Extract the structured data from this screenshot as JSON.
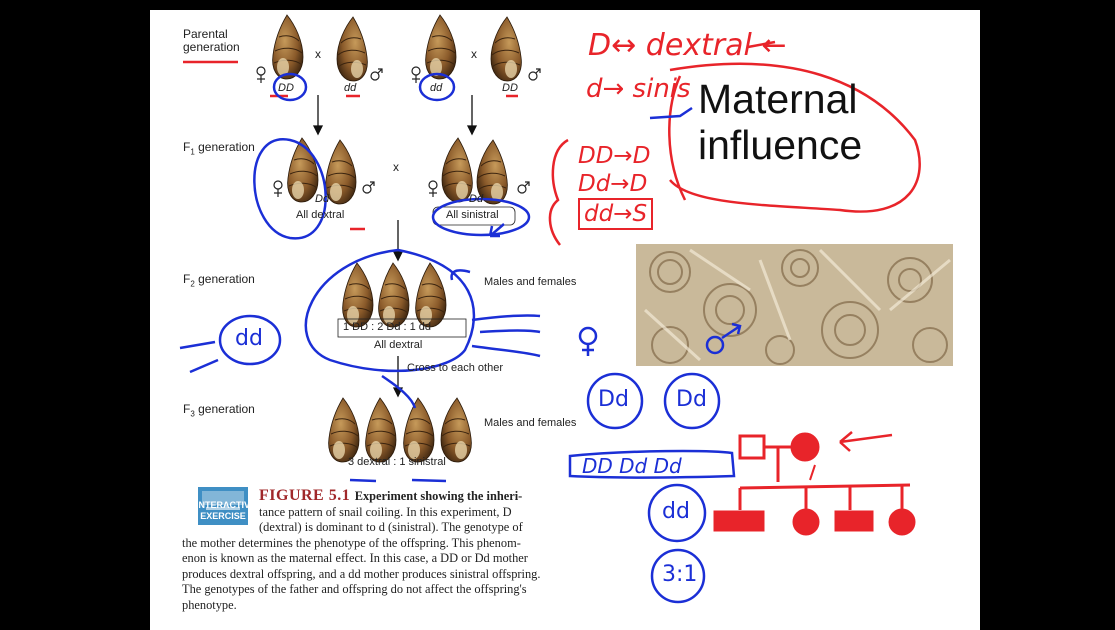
{
  "slide": {
    "labels": {
      "parental": [
        "Parental",
        "generation"
      ],
      "f1": "F",
      "f1_sub": "1",
      "f1_rest": " generation",
      "f2": "F",
      "f2_sub": "2",
      "f2_rest": " generation",
      "f3": "F",
      "f3_sub": "3",
      "f3_rest": " generation"
    },
    "genotypes": {
      "p1_female": "DD",
      "p1_male": "dd",
      "p2_female": "dd",
      "p2_male": "DD",
      "f1_left": "Dd",
      "f1_right": "Dd"
    },
    "cross_symbol": "x",
    "f1_left_result": "All dextral",
    "f1_right_result": "All sinistral",
    "f2_side_label": "Males and females",
    "f2_ratio": "1 DD : 2 Dd : 1 dd",
    "f2_result": "All dextral",
    "cross_each_other": "Cross to each other",
    "f3_side_label": "Males and females",
    "f3_ratio": "3 dextral : 1 sinistral",
    "exercise_badge": [
      "INTERACTIVE",
      "EXERCISE"
    ],
    "figure_label": "FIGURE 5.1",
    "figure_bold": "Experiment showing the inheritance pattern of snail coiling.",
    "caption_lines": [
      "tance pattern of snail coiling. In this experiment, D",
      "(dextral) is dominant to d (sinistral). The genotype of",
      "the mother determines the phenotype of the offspring. This phenom-",
      "enon is known as the maternal effect. In this case, a DD or Dd mother",
      "produces dextral offspring, and a dd mother produces sinistral offspring.",
      "The genotypes of the father and offspring do not affect the offspring's",
      "phenotype."
    ],
    "caption_first_line_rest": "Experiment showing the inheri-",
    "handwriting": {
      "d_dextral": "D↔ dextral ←",
      "d_sinis": "d→ sinis",
      "maternal_influence": [
        "Maternal",
        "influence"
      ],
      "rules": [
        "DD→D",
        "Dd→D",
        "dd→S"
      ],
      "female_genotype": "Dd",
      "male_genotype": "Dd",
      "row_genotypes": "DD Dd Dd",
      "dd_circle": "dd",
      "ratio": "3:1",
      "f2_dd": "dd"
    }
  },
  "colors": {
    "red_ink": "#e8242a",
    "blue_ink": "#1b2fd6",
    "figure_red": "#a0282a",
    "badge_blue": "#3f8fc4"
  }
}
